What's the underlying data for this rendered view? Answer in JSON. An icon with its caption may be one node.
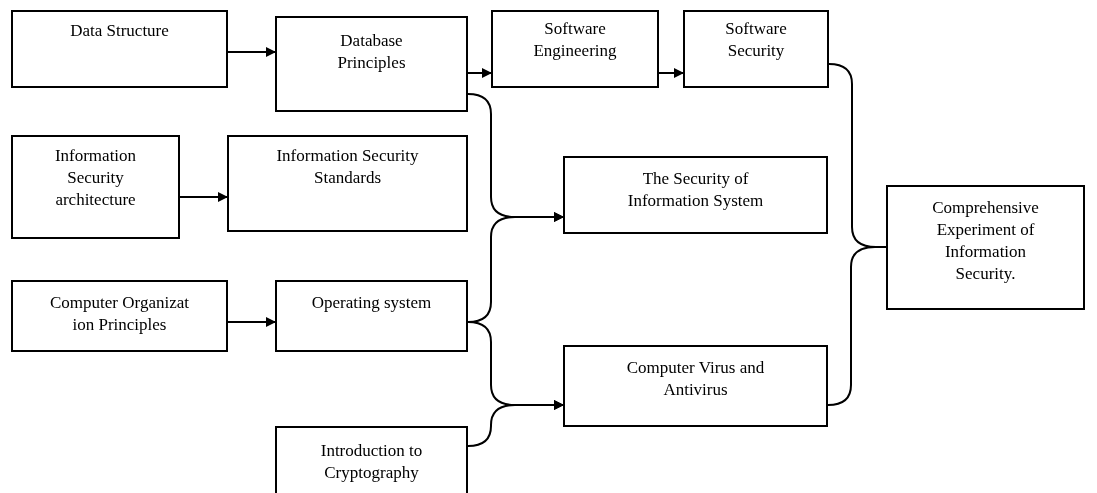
{
  "diagram": {
    "nodes": [
      {
        "text": [
          "Data Structure"
        ]
      },
      {
        "text": [
          "Database Principles"
        ]
      },
      {
        "text": [
          "Software Engineering"
        ]
      },
      {
        "text": [
          "Software Security"
        ]
      },
      {
        "text": [
          "Information Security architecture"
        ]
      },
      {
        "text": [
          "Information Security Standards"
        ]
      },
      {
        "text": [
          "The Security of Information System"
        ]
      },
      {
        "text": [
          "Comprehensive Experiment of Information Security."
        ]
      },
      {
        "text": [
          "Computer Organizat ion Principles"
        ]
      },
      {
        "text": [
          "Operating system"
        ]
      },
      {
        "text": [
          "Computer Virus and Antivirus"
        ]
      },
      {
        "text": [
          "Introduction to Cryptography"
        ]
      }
    ],
    "edges": [
      {
        "from": 0,
        "to": 1,
        "arrow": "to"
      },
      {
        "from": 1,
        "to": 2,
        "arrow": "to"
      },
      {
        "from": 2,
        "to": 3,
        "arrow": "to"
      },
      {
        "from": 4,
        "to": 5,
        "arrow": "to"
      },
      {
        "from": 8,
        "to": 9,
        "arrow": "to"
      },
      {
        "from": 1,
        "to": 6,
        "arrow": "to"
      },
      {
        "from": 9,
        "to": 6,
        "arrow": "to"
      },
      {
        "from": 9,
        "to": 10,
        "arrow": "to"
      },
      {
        "from": 11,
        "to": 10,
        "arrow": "to"
      },
      {
        "from": 3,
        "to": 7,
        "arrow": "none"
      },
      {
        "from": 10,
        "to": 7,
        "arrow": "none"
      }
    ]
  }
}
